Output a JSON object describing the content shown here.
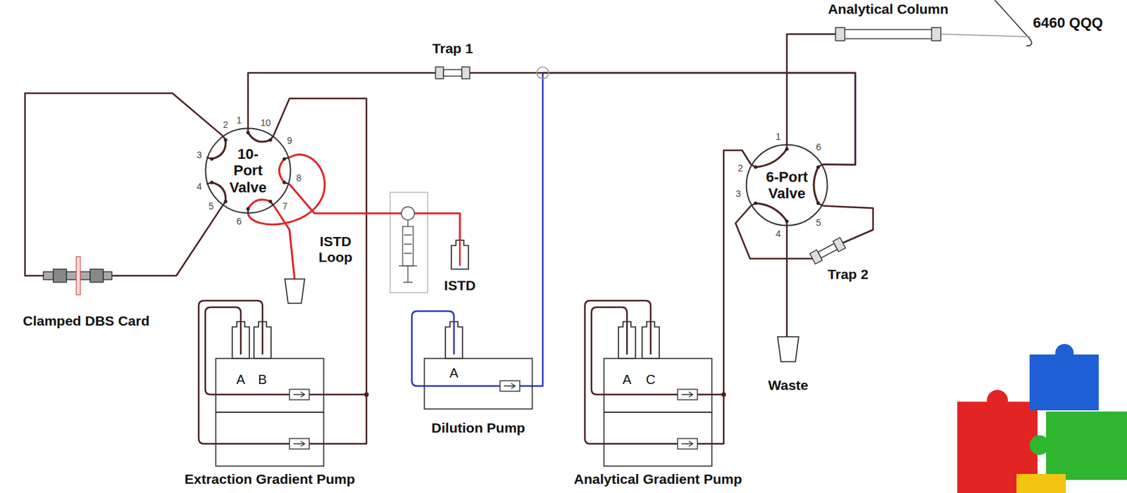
{
  "diagram": {
    "nodes": [
      {
        "text": [
          "Analytical Column"
        ]
      },
      {
        "text": [
          "6460 QQQ"
        ]
      },
      {
        "text": [
          "Trap 1"
        ]
      },
      {
        "text": [
          "10- Port Valve"
        ]
      },
      {
        "text": [
          "6-Port Valve"
        ]
      },
      {
        "text": [
          "Clamped DBS Card"
        ]
      },
      {
        "text": [
          "ISTD"
        ]
      },
      {
        "text": [
          "Trap 2"
        ]
      },
      {
        "text": [
          "Waste"
        ]
      },
      {
        "text": [
          "A",
          "B",
          "Extraction Gradient Pump"
        ]
      },
      {
        "text": [
          "A",
          "Dilution Pump"
        ]
      },
      {
        "text": [
          "A",
          "C",
          "Analytical Gradient Pump"
        ]
      }
    ],
    "edges": [
      {
        "from": 3,
        "to": 2,
        "arrow": "none"
      },
      {
        "from": 10,
        "to": 4,
        "arrow": "none"
      },
      {
        "from": 2,
        "to": 4,
        "arrow": "none"
      },
      {
        "from": 3,
        "to": 5,
        "arrow": "none"
      },
      {
        "from": 3,
        "to": 5,
        "arrow": "none"
      },
      {
        "from": 9,
        "to": 3,
        "arrow": "none"
      },
      {
        "from": 6,
        "to": 3,
        "arrow": "none"
      },
      {
        "from": 11,
        "to": 4,
        "arrow": "none"
      },
      {
        "from": 4,
        "to": 0,
        "arrow": "none"
      },
      {
        "from": 0,
        "to": 1,
        "arrow": "none"
      },
      {
        "from": 4,
        "to": 7,
        "arrow": "none"
      },
      {
        "from": 4,
        "to": 7,
        "arrow": "none"
      },
      {
        "from": 4,
        "to": 8,
        "arrow": "none"
      }
    ],
    "labels": [
      "1",
      "2",
      "3",
      "4",
      "5",
      "6",
      "7",
      "8",
      "9",
      "10",
      "ISTD Loop",
      "1",
      "2",
      "3",
      "4",
      "5",
      "6"
    ]
  }
}
